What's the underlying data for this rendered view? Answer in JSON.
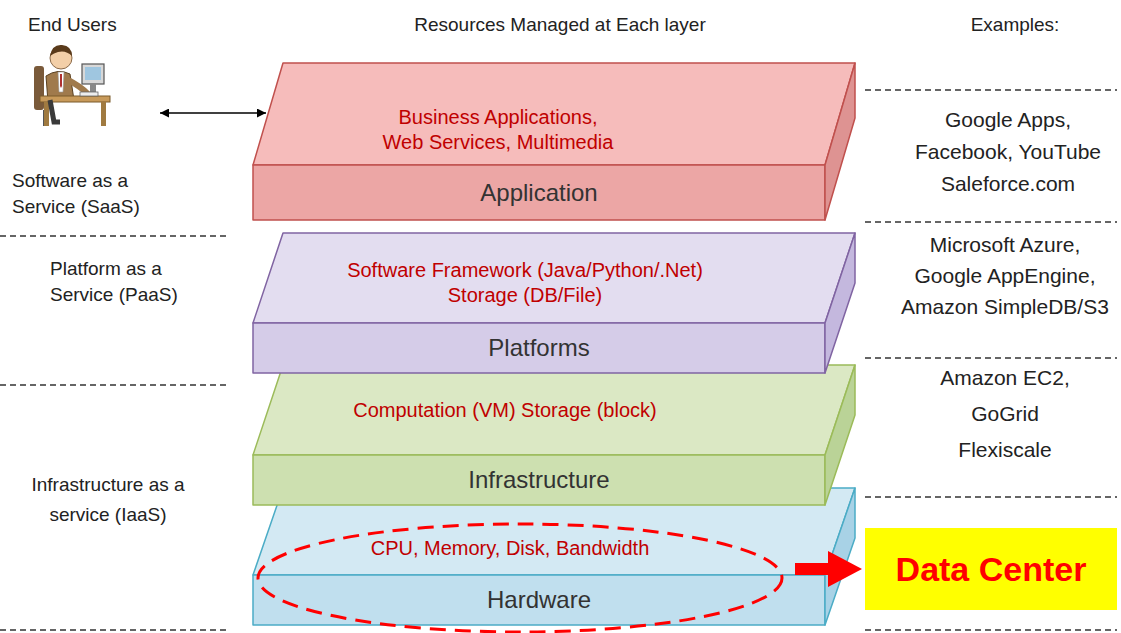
{
  "diagram": {
    "nodes": [
      {
        "text": [
          "Business Applications, Web Services, Multimedia",
          "Application"
        ]
      },
      {
        "text": [
          "Software Framework (Java/Python/.Net) Storage (DB/File)",
          "Platforms"
        ]
      },
      {
        "text": [
          "Computation (VM) Storage (block)",
          "Infrastructure"
        ]
      },
      {
        "text": [
          "CPU, Memory, Disk, Bandwidth",
          "Hardware"
        ]
      },
      {
        "text": [
          "Data Center"
        ]
      }
    ],
    "edges": [
      {
        "from": 3,
        "to": 4,
        "arrow": "to"
      }
    ],
    "labels": [
      "End Users",
      "Resources Managed at Each layer",
      "Examples:",
      "Software as a Service (SaaS)",
      "Platform as a Service (PaaS)",
      "Infrastructure as a service (IaaS)",
      "Google Apps, Facebook, YouTube Saleforce.com",
      "Microsoft Azure, Google AppEngine, Amazon SimpleDB/S3",
      "Amazon EC2, GoGrid Flexiscale"
    ]
  }
}
